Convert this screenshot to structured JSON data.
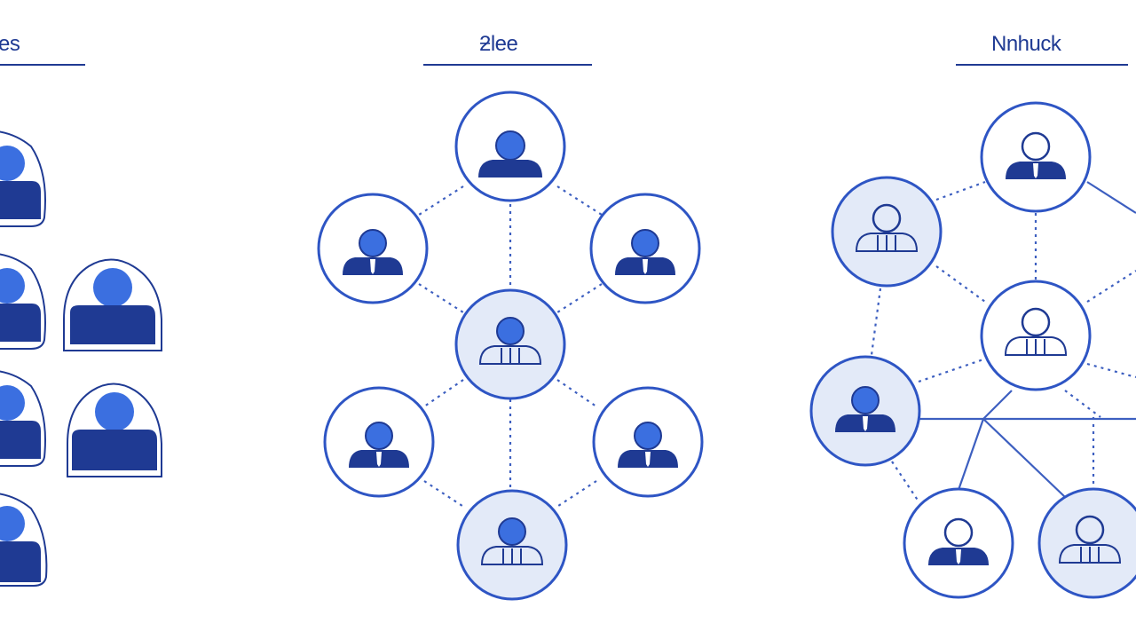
{
  "panels": [
    {
      "id": "left",
      "title": "es"
    },
    {
      "id": "center",
      "title": "ƻlee"
    },
    {
      "id": "right",
      "title": "Nnhuck"
    }
  ],
  "colors": {
    "primary": "#1f3a93",
    "accent": "#3d6fe0",
    "node_fill_light": "#e3eaf8",
    "node_fill_white": "#ffffff",
    "edge": "#3d5fc0"
  },
  "icons": {
    "person": "person-icon",
    "person_outline": "person-outline-icon"
  },
  "left_nodes": [
    {
      "style": "filled"
    },
    {
      "style": "filled"
    },
    {
      "style": "filled"
    },
    {
      "style": "filled"
    },
    {
      "style": "filled"
    },
    {
      "style": "filled"
    }
  ],
  "center_nodes": [
    {
      "style": "filled-plain"
    },
    {
      "style": "filled-plain"
    },
    {
      "style": "filled-plain"
    },
    {
      "style": "outline-light"
    },
    {
      "style": "filled-plain"
    },
    {
      "style": "filled-plain"
    },
    {
      "style": "outline-light"
    }
  ],
  "right_nodes": [
    {
      "style": "outline-head"
    },
    {
      "style": "outline-light"
    },
    {
      "style": "outline-plain"
    },
    {
      "style": "filled-light"
    },
    {
      "style": "outline-head"
    },
    {
      "style": "outline-light"
    }
  ]
}
